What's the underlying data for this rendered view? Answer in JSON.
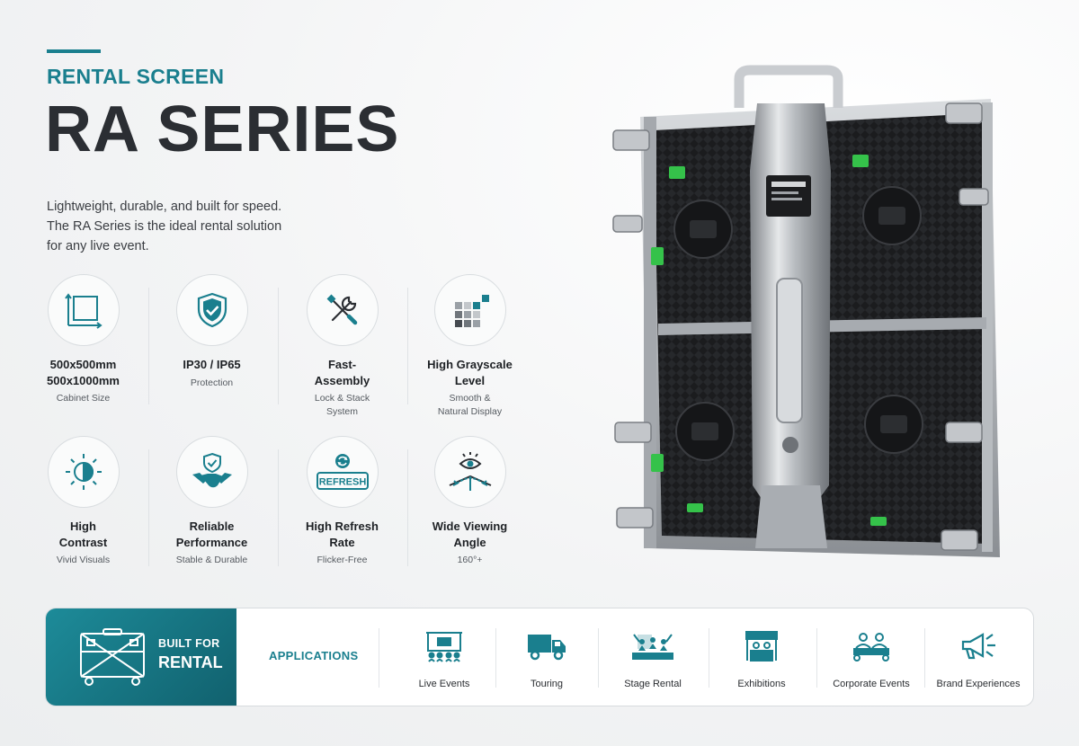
{
  "header": {
    "eyebrow": "RENTAL SCREEN",
    "title": "RA SERIES",
    "intro_lines": [
      "Lightweight, durable, and built for speed.",
      "The RA Series is the ideal rental solution",
      "for any live event."
    ]
  },
  "features": [
    {
      "icon": "cabinet-size-icon",
      "title_lines": [
        "500x500mm",
        "500x1000mm"
      ],
      "sub_lines": [
        "Cabinet Size"
      ]
    },
    {
      "icon": "shield-check-icon",
      "title_lines": [
        "IP30 / IP65"
      ],
      "sub_lines": [
        "Protection"
      ]
    },
    {
      "icon": "tools-icon",
      "title_lines": [
        "Fast-",
        "Assembly"
      ],
      "sub_lines": [
        "Lock & Stack",
        "System"
      ]
    },
    {
      "icon": "grayscale-icon",
      "title_lines": [
        "High Grayscale",
        "Level"
      ],
      "sub_lines": [
        "Smooth &",
        "Natural Display"
      ]
    },
    {
      "icon": "contrast-icon",
      "title_lines": [
        "High",
        "Contrast"
      ],
      "sub_lines": [
        "Vivid Visuals"
      ]
    },
    {
      "icon": "handshake-icon",
      "title_lines": [
        "Reliable",
        "Performance"
      ],
      "sub_lines": [
        "Stable & Durable"
      ]
    },
    {
      "icon": "refresh-icon",
      "title_lines": [
        "High Refresh",
        "Rate"
      ],
      "sub_lines": [
        "Flicker-Free"
      ]
    },
    {
      "icon": "viewing-angle-icon",
      "title_lines": [
        "Wide Viewing",
        "Angle"
      ],
      "sub_lines": [
        "160°+"
      ]
    }
  ],
  "refresh_badge_text": "REFRESH",
  "bottom": {
    "built_line1": "BUILT FOR",
    "built_line2": "RENTAL",
    "applications_label": "APPLICATIONS",
    "apps": [
      {
        "icon": "live-events-icon",
        "label": "Live Events"
      },
      {
        "icon": "truck-icon",
        "label": "Touring"
      },
      {
        "icon": "stage-icon",
        "label": "Stage Rental"
      },
      {
        "icon": "exhibition-booth-icon",
        "label": "Exhibitions"
      },
      {
        "icon": "meeting-icon",
        "label": "Corporate Events"
      },
      {
        "icon": "megaphone-icon",
        "label": "Brand Experiences"
      }
    ]
  },
  "colors": {
    "accent": "#1a7f8e",
    "dark_text": "#2b2e33",
    "panel_teal": "#13707e"
  }
}
